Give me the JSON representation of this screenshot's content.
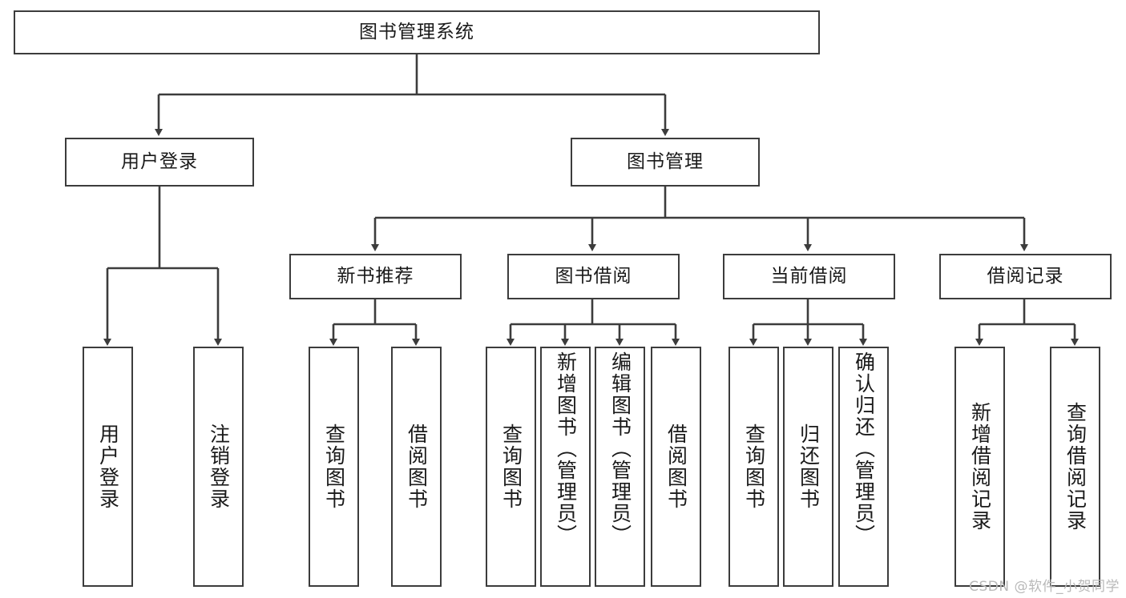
{
  "diagram": {
    "title_node": {
      "label": "图书管理系统"
    },
    "level2": [
      {
        "label": "用户登录"
      },
      {
        "label": "图书管理"
      }
    ],
    "level3": [
      {
        "label": "新书推荐"
      },
      {
        "label": "图书借阅"
      },
      {
        "label": "当前借阅"
      },
      {
        "label": "借阅记录"
      }
    ],
    "leaves": {
      "user_login": [
        {
          "label": "用户登录"
        },
        {
          "label": "注销登录"
        }
      ],
      "new_book_recommend": [
        {
          "label": "查询图书"
        },
        {
          "label": "借阅图书"
        }
      ],
      "book_borrow": [
        {
          "label": "查询图书"
        },
        {
          "label": "新增图书（管理员）"
        },
        {
          "label": "编辑图书（管理员）"
        },
        {
          "label": "借阅图书"
        }
      ],
      "current_borrow": [
        {
          "label": "查询图书"
        },
        {
          "label": "归还图书"
        },
        {
          "label": "确认归还（管理员）"
        }
      ],
      "borrow_record": [
        {
          "label": "新增借阅记录"
        },
        {
          "label": "查询借阅记录"
        }
      ]
    }
  },
  "watermark": {
    "text": "CSDN @软件_小贺同学"
  },
  "colors": {
    "border": "#3c3c3c",
    "background": "#ffffff",
    "text": "#1a1a1a",
    "watermark": "#b9b9b9"
  }
}
